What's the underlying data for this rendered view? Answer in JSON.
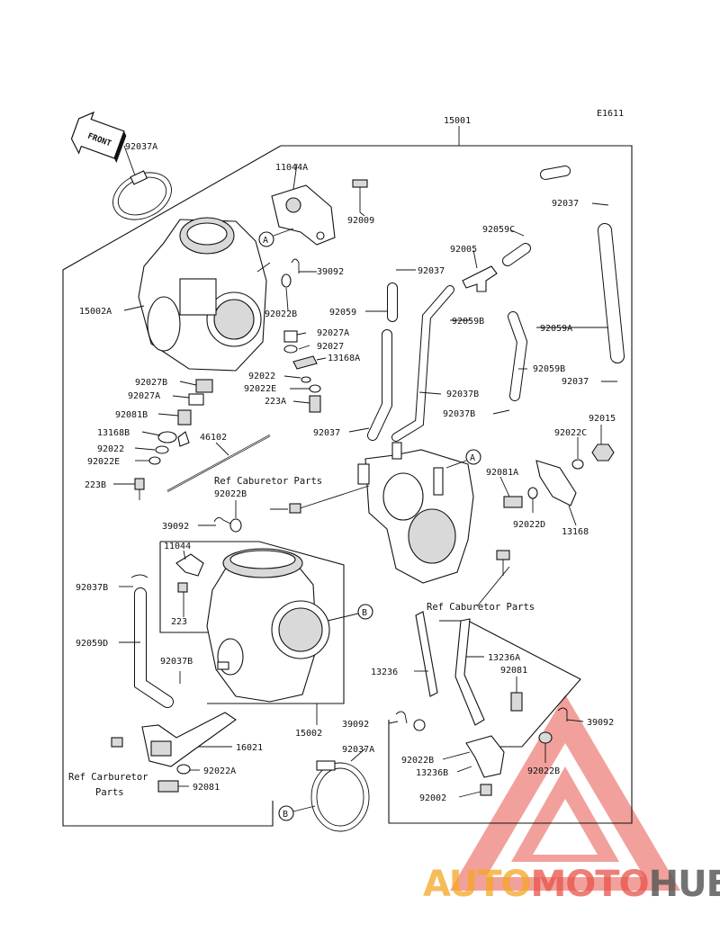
{
  "diagram_code": "E1611",
  "assembly_number": "15001",
  "front_label": "FRONT",
  "callouts": {
    "c_92037A_top": "92037A",
    "c_11044A": "11044A",
    "c_92009": "92009",
    "c_92037_topright": "92037",
    "c_92059C": "92059C",
    "c_92005": "92005",
    "c_92037_mid": "92037",
    "c_39092_top": "39092",
    "c_15002A": "15002A",
    "c_92022B_top": "92022B",
    "c_92059": "92059",
    "c_92059B_1": "92059B",
    "c_92059A": "92059A",
    "c_92027A_1": "92027A",
    "c_92027": "92027",
    "c_13168A": "13168A",
    "c_92022": "92022",
    "c_92022E": "92022E",
    "c_223A": "223A",
    "c_92059B_2": "92059B",
    "c_92037_right": "92037",
    "c_92027B": "92027B",
    "c_92027A_2": "92027A",
    "c_92037B_1": "92037B",
    "c_92081B": "92081B",
    "c_92037B_2": "92037B",
    "c_92015": "92015",
    "c_92037_left": "92037",
    "c_13168B": "13168B",
    "c_92022C": "92022C",
    "c_46102": "46102",
    "c_92022_b": "92022",
    "c_92022E_b": "92022E",
    "c_92081A": "92081A",
    "c_223B": "223B",
    "c_92022B_2": "92022B",
    "c_92022D": "92022D",
    "c_13168": "13168",
    "c_39092_2": "39092",
    "c_11044": "11044",
    "c_223": "223",
    "c_92037B_3": "92037B",
    "c_92059D": "92059D",
    "c_92037B_4": "92037B",
    "c_13236A": "13236A",
    "c_13236": "13236",
    "c_92081": "92081",
    "c_39092_3": "39092",
    "c_39092_4": "39092",
    "c_15002": "15002",
    "c_16021": "16021",
    "c_92037A_bottom": "92037A",
    "c_92022B_3": "92022B",
    "c_13236B": "13236B",
    "c_92022B_4": "92022B",
    "c_92022A": "92022A",
    "c_92081_b": "92081",
    "c_92002": "92002"
  },
  "references": {
    "ref_caburetor_1": "Ref Caburetor Parts",
    "ref_caburetor_2": "Ref Caburetor Parts",
    "ref_carburetor_line1": "Ref Carburetor",
    "ref_carburetor_line2": "Parts"
  },
  "markers": {
    "marker_a1": "A",
    "marker_a2": "A",
    "marker_b1": "B",
    "marker_b2": "B"
  },
  "watermark": {
    "part1": "AUTO",
    "part2": "MOTO",
    "part3": "HUB",
    "color_orange": "#f5a623",
    "color_red": "#e8534a",
    "color_gray": "#5b5b5b"
  }
}
